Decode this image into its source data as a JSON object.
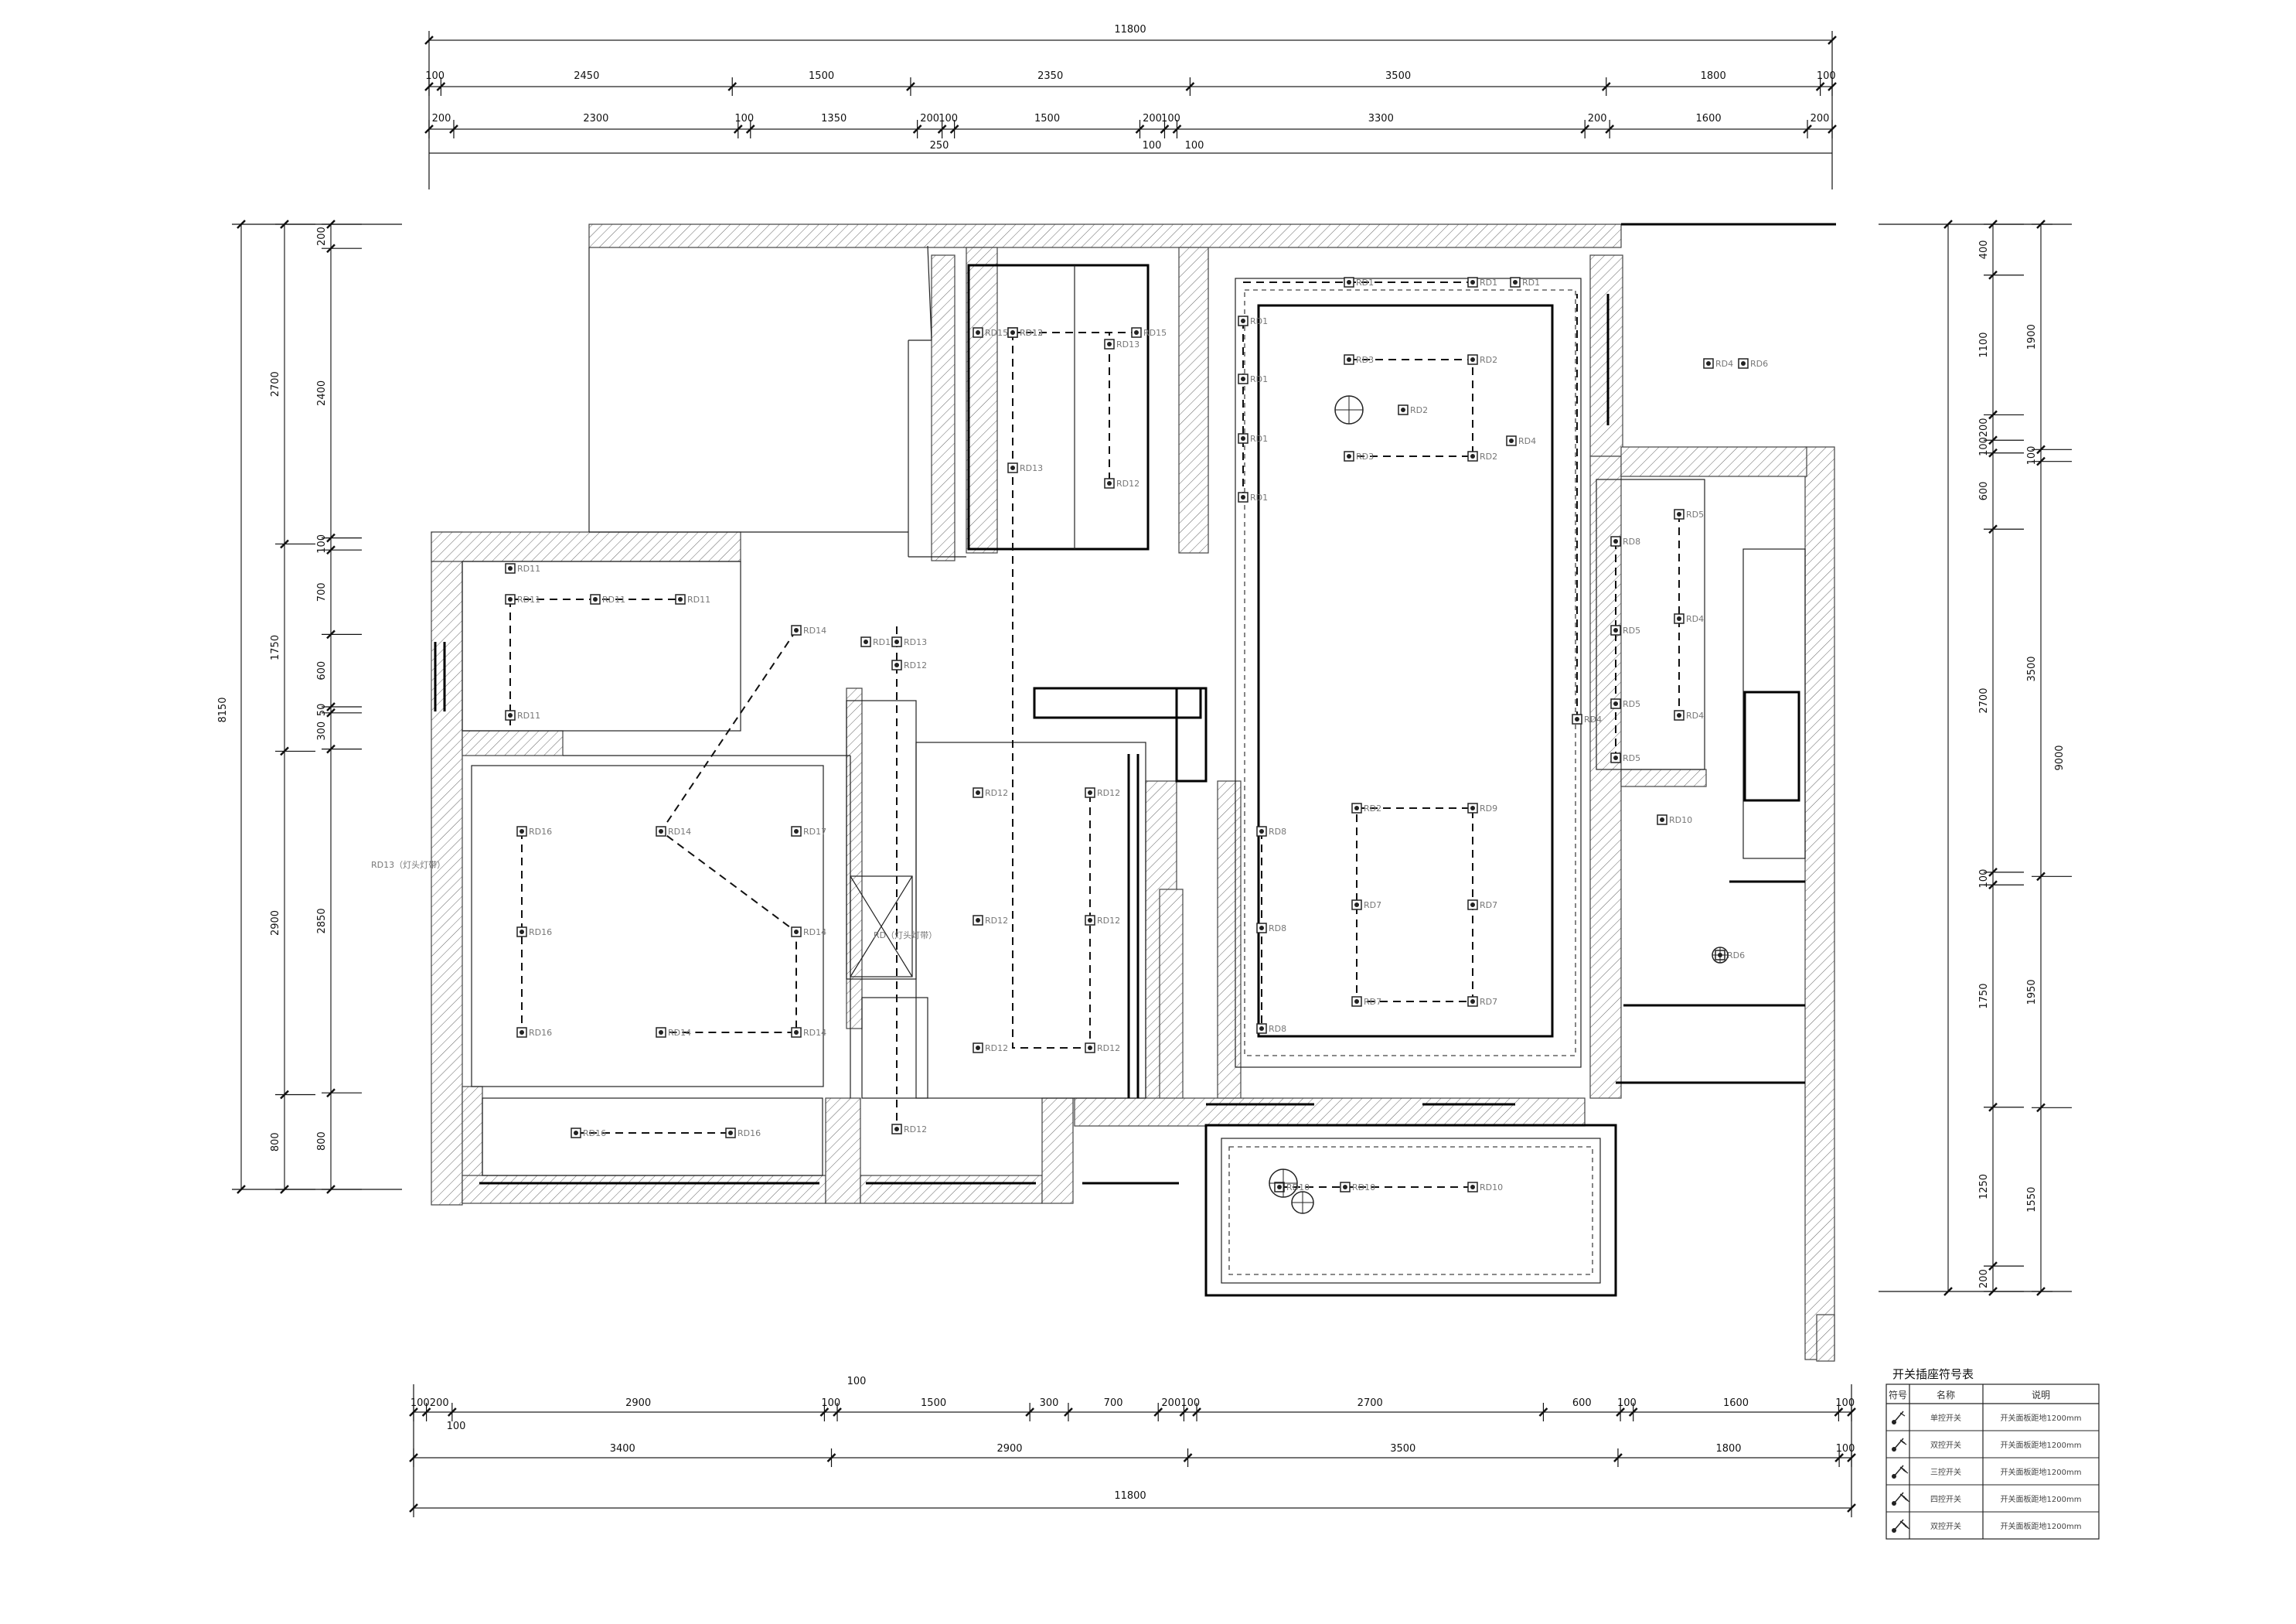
{
  "drawing": {
    "dims_top_total": "11800",
    "dims_top_row1": [
      "100",
      "2450",
      "1500",
      "2350",
      "3500",
      "1800",
      "100"
    ],
    "dims_top_row2": [
      "200",
      "2300",
      "100",
      "1350",
      "200",
      "100",
      "1500",
      "200",
      "100",
      "3300",
      "200",
      "1600",
      "200"
    ],
    "dims_top_row3": [
      "250",
      "100",
      "100"
    ],
    "dims_left_total": "8150",
    "dims_left_row1": [
      "2700",
      "1750",
      "2900",
      "800"
    ],
    "dims_left_row2": [
      "200",
      "2400",
      "100",
      "700",
      "600",
      "50",
      "300",
      "2850",
      "800"
    ],
    "dims_right_total": "9000",
    "dims_right_row1": [
      "1900",
      "100",
      "3500",
      "1950",
      "1550"
    ],
    "dims_right_row2": [
      "400",
      "1100",
      "200",
      "100",
      "600",
      "2700",
      "100",
      "1750",
      "1250",
      "200"
    ],
    "dims_bottom_row1": [
      "100",
      "200",
      "2900",
      "100",
      "1500",
      "300",
      "700",
      "200",
      "100",
      "2700",
      "600",
      "100",
      "1600",
      "100"
    ],
    "dims_bottom_row1b": [
      "100",
      "100"
    ],
    "dims_bottom_row2": [
      "3400",
      "2900",
      "3500",
      "1800",
      "100"
    ],
    "dims_bottom_total": "11800",
    "room_notes": {
      "left_cove_note": "RD13（灯头灯带）",
      "stair_note": "RD（灯头灯带）"
    },
    "lamp_labels": [
      "RD11",
      "RD11",
      "RD11",
      "RD11",
      "RD11",
      "RD14",
      "RD15",
      "RD15",
      "RD12",
      "RD13",
      "RD13",
      "RD16",
      "RD16",
      "RD16",
      "RD17",
      "RD14",
      "RD14",
      "RD14",
      "RD14",
      "RD16",
      "RD16",
      "RD12",
      "RD12",
      "RD12",
      "RD12",
      "RD12",
      "RD12",
      "RD12",
      "RD12",
      "RD12",
      "RD13",
      "RD13",
      "RD13",
      "RD1",
      "RD1",
      "RD1",
      "RD1",
      "RD1",
      "RD1",
      "RD1",
      "RD3",
      "RD3",
      "RD2",
      "RD2",
      "RD2",
      "RD2",
      "RD9",
      "RD7",
      "RD7",
      "RD7",
      "RD7",
      "RD8",
      "RD8",
      "RD8",
      "RD8",
      "RD5",
      "RD5",
      "RD5",
      "RD5",
      "RD4",
      "RD4",
      "RD4",
      "RD4",
      "RD4",
      "RD6",
      "RD6",
      "RD10",
      "RD10",
      "RD10",
      "RD10"
    ]
  },
  "legend": {
    "title": "开关插座符号表",
    "headers": [
      "符号",
      "名称",
      "说明"
    ],
    "rows": [
      {
        "name": "单控开关",
        "desc": "开关面板距地1200mm"
      },
      {
        "name": "双控开关",
        "desc": "开关面板距地1200mm"
      },
      {
        "name": "三控开关",
        "desc": "开关面板距地1200mm"
      },
      {
        "name": "四控开关",
        "desc": "开关面板距地1200mm"
      },
      {
        "name": "双控开关",
        "desc": "开关面板距地1200mm"
      }
    ]
  }
}
